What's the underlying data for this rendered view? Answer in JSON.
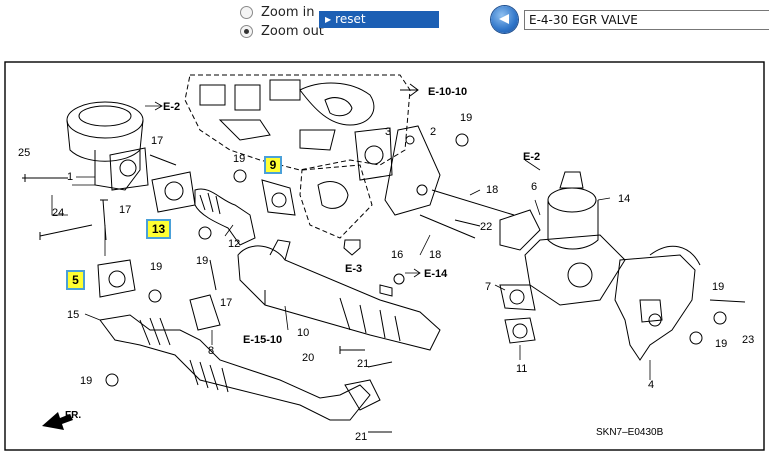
{
  "toolbar": {
    "zoom_in_label": "Zoom in",
    "zoom_out_label": "Zoom out",
    "zoom_selected": "Zoom out",
    "reset_label": "reset",
    "section_title": "E-4-30 EGR VALVE"
  },
  "diagram": {
    "ref_code": "SKN7–E0430B",
    "front_label": "FR.",
    "refs": {
      "e2_top": "E-2",
      "e10_10": "E-10-10",
      "e2_right": "E-2",
      "e3": "E-3",
      "e14": "E-14",
      "e15_10": "E-15-10"
    },
    "highlighted_parts": [
      "9",
      "13",
      "5"
    ],
    "part_labels": {
      "p1": "1",
      "p2": "2",
      "p3": "3",
      "p4": "4",
      "p6": "6",
      "p7": "7",
      "p8": "8",
      "p10": "10",
      "p11": "11",
      "p12": "12",
      "p14": "14",
      "p15": "15",
      "p16": "16",
      "p17a": "17",
      "p17b": "17",
      "p17c": "17",
      "p18a": "18",
      "p18b": "18",
      "p19a": "19",
      "p19b": "19",
      "p19c": "19",
      "p19d": "19",
      "p19e": "19",
      "p19f": "19",
      "p19g": "19",
      "p20": "20",
      "p21a": "21",
      "p21b": "21",
      "p22": "22",
      "p23": "23",
      "p24": "24",
      "p25": "25"
    }
  }
}
